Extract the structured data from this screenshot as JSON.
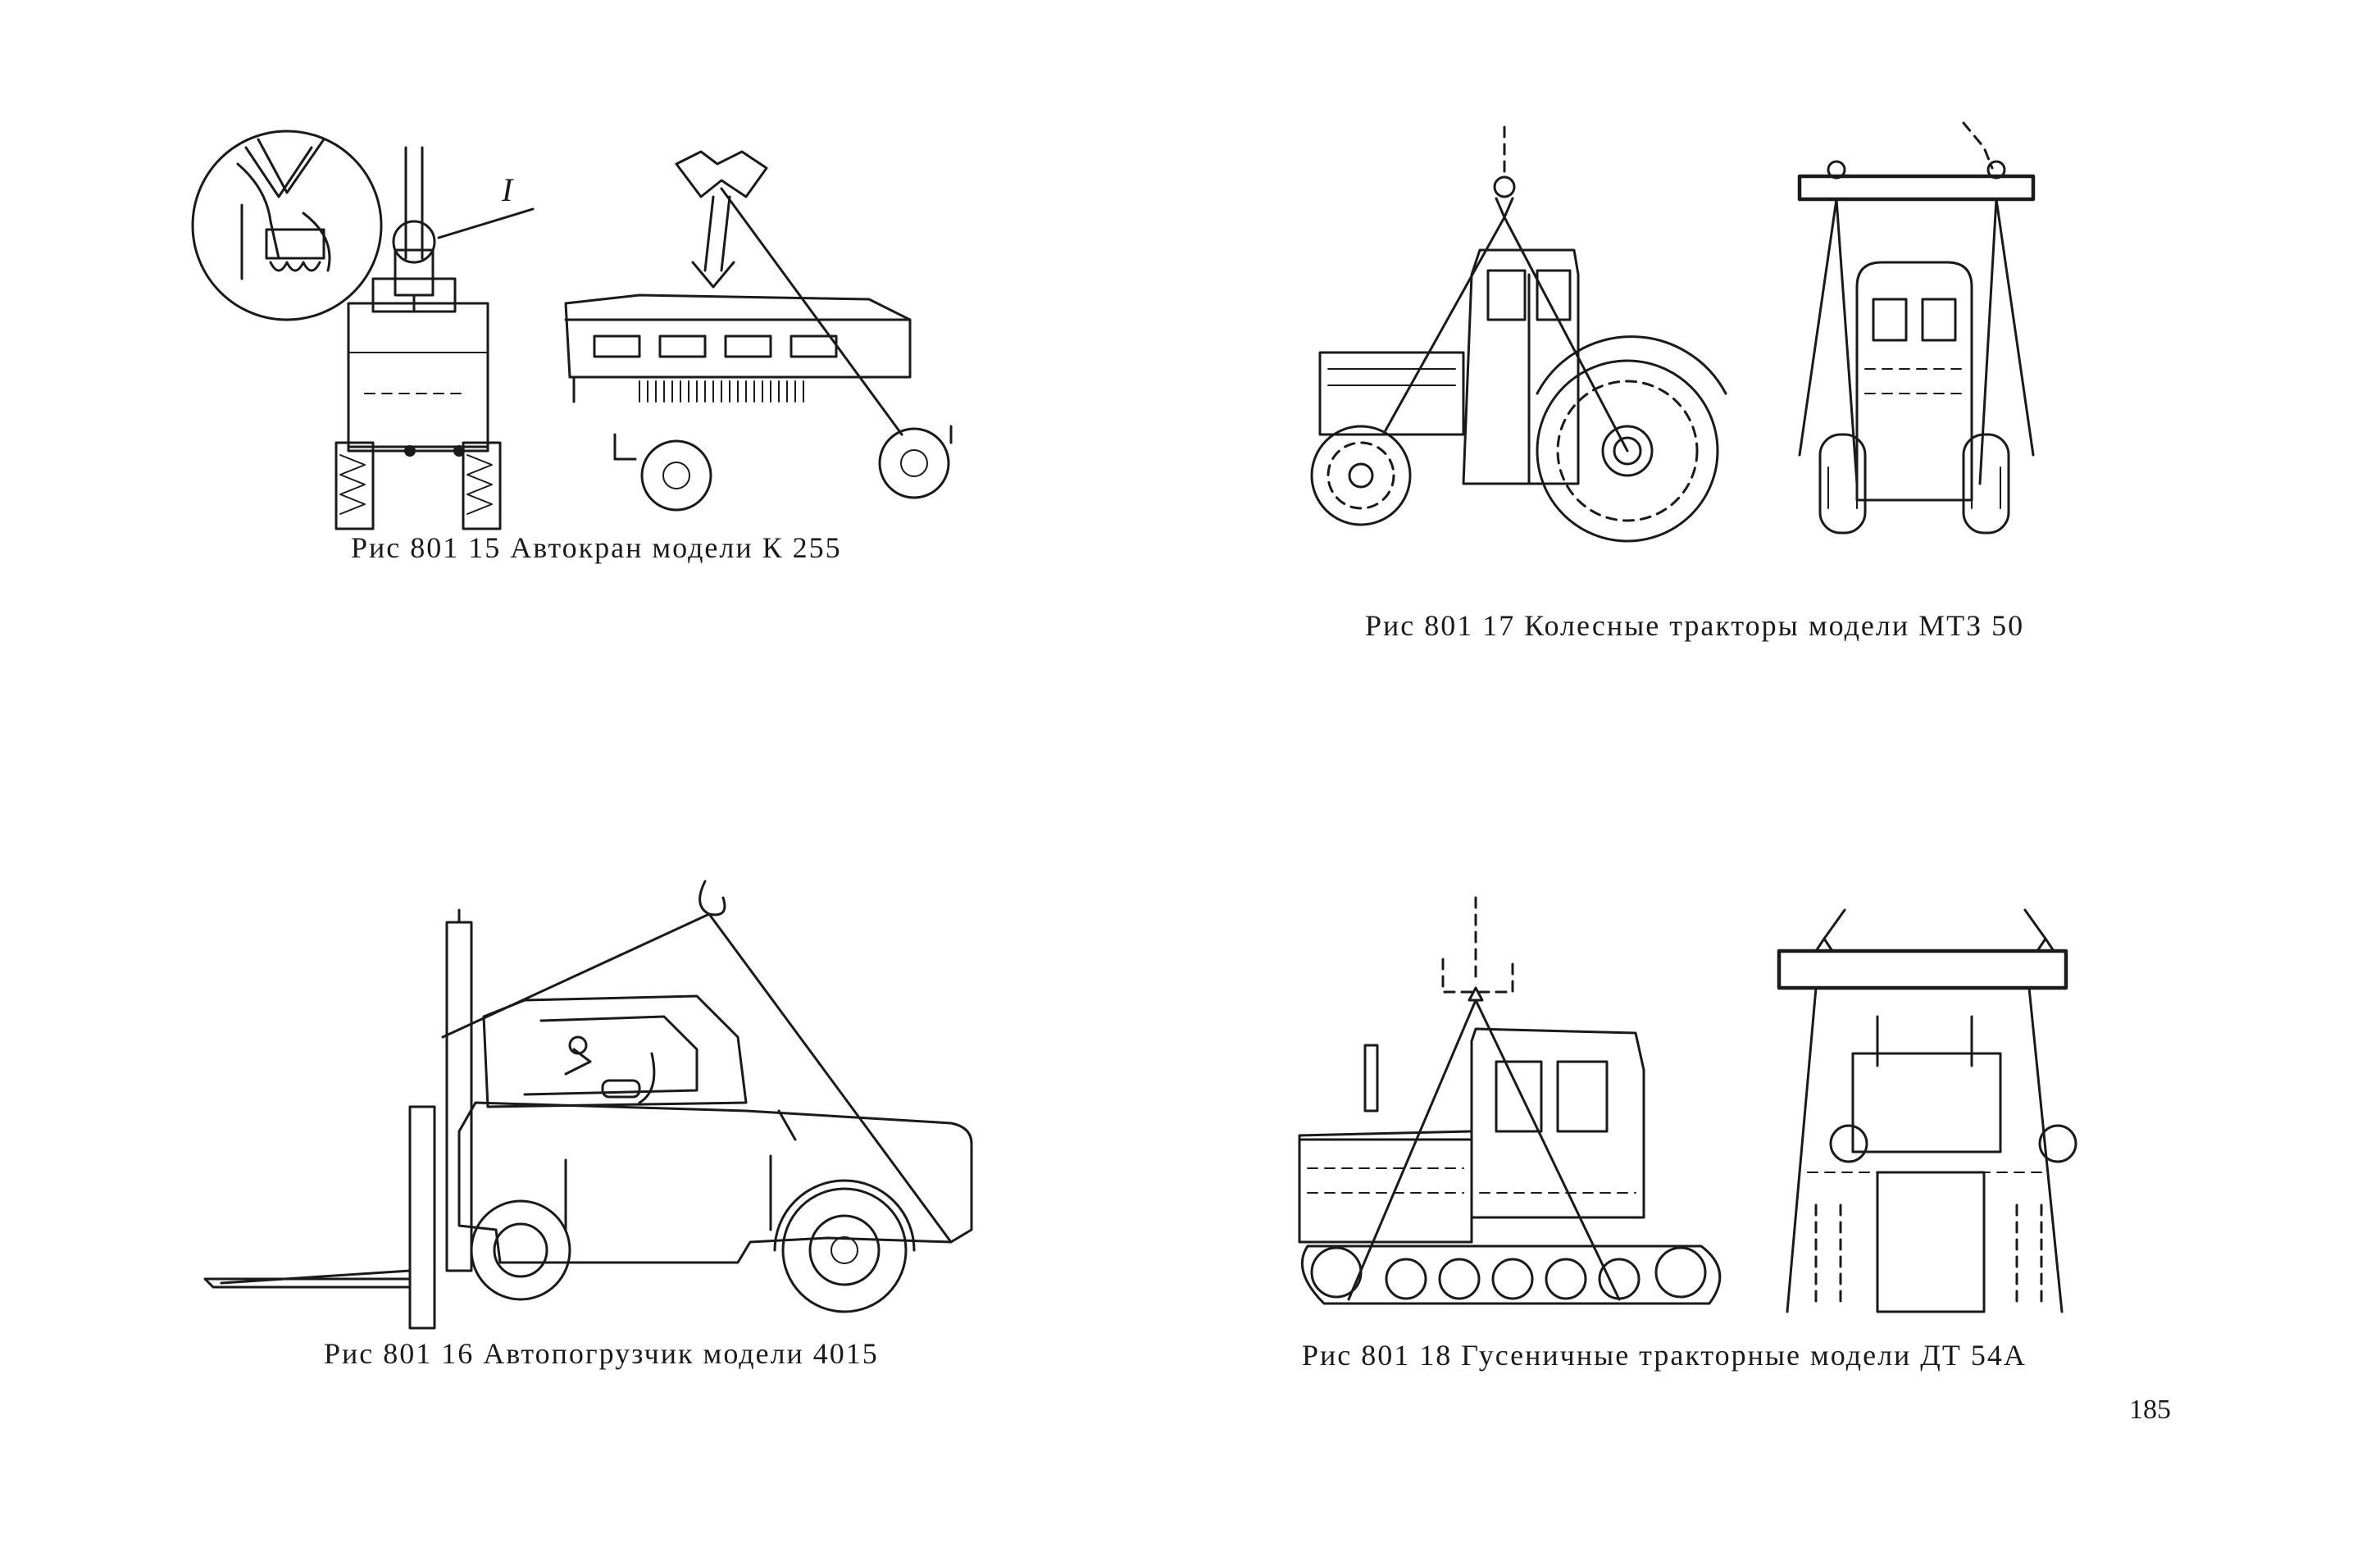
{
  "figures": [
    {
      "id": "fig-801-15",
      "caption": "Рис  801 15  Автокран модели К 255",
      "callout": "I"
    },
    {
      "id": "fig-801-17",
      "caption": "Рис  801 17  Колесные тракторы модели МТЗ 50"
    },
    {
      "id": "fig-801-16",
      "caption": "Рис  801 16  Автопогрузчик модели 4015"
    },
    {
      "id": "fig-801-18",
      "caption": "Рис   801 18   Гусеничные тракторные модели  ДТ 54А"
    }
  ],
  "page_number": "185"
}
